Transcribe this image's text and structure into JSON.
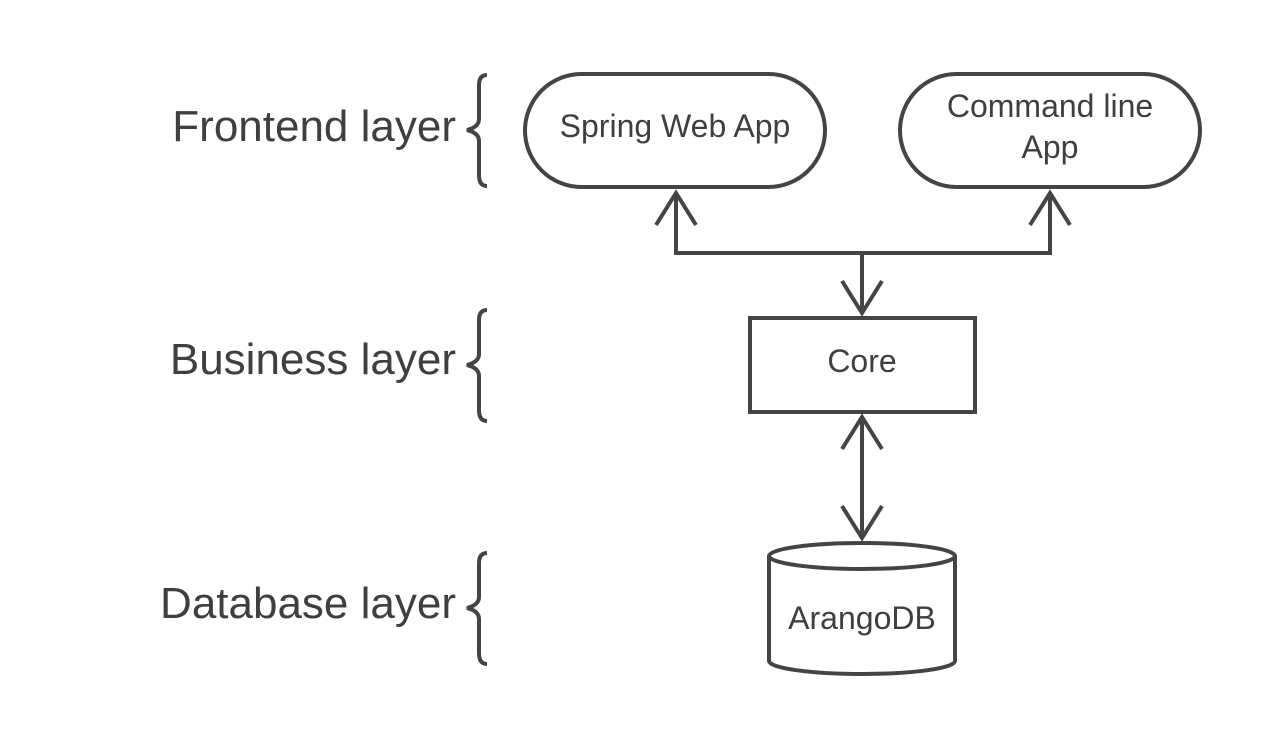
{
  "layers": {
    "frontend": "Frontend layer",
    "business": "Business layer",
    "database": "Database layer"
  },
  "nodes": {
    "spring_web_app": "Spring Web App",
    "command_line_app_line1": "Command line",
    "command_line_app_line2": "App",
    "core": "Core",
    "arangodb": "ArangoDB"
  },
  "colors": {
    "stroke": "#444444",
    "text": "#3f3f3f",
    "background": "#ffffff"
  }
}
